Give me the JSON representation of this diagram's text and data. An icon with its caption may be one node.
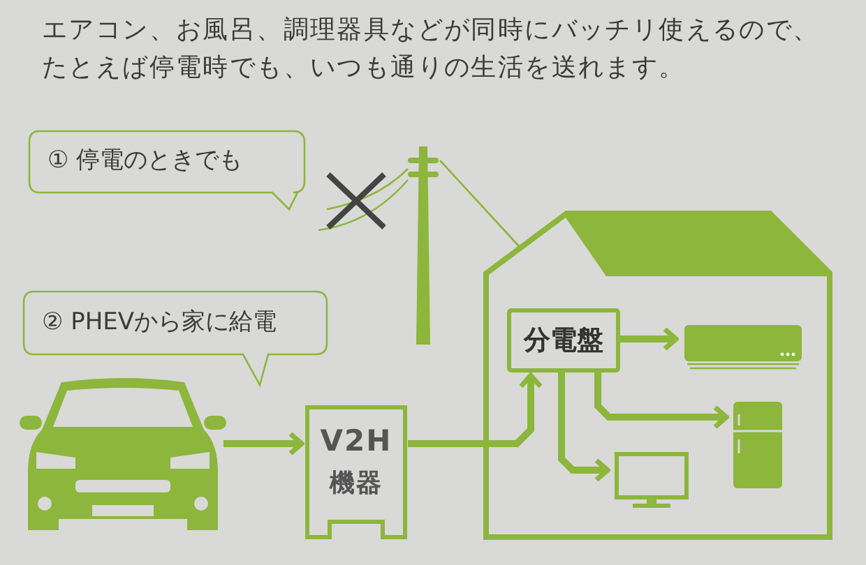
{
  "diagram": {
    "title": "エアコン、お風呂、調理器具などが同時にバッチリ使えるので、たとえば停電時でも、いつも通りの生活を送れます。",
    "nodes": [
      {
        "text": [
          "① 停電のときでも"
        ]
      },
      {
        "text": [
          "② PHEVから家に給電"
        ]
      },
      {
        "text": [],
        "shape": "picture"
      },
      {
        "text": [
          "V2H",
          "機器"
        ]
      },
      {
        "text": [],
        "shape": "house"
      },
      {
        "text": [
          "分電盤"
        ],
        "in": 4
      },
      {
        "text": [],
        "shape": "picture",
        "in": 4
      },
      {
        "text": [],
        "shape": "picture",
        "in": 4
      },
      {
        "text": [],
        "shape": "picture",
        "in": 4
      },
      {
        "text": [],
        "shape": "picture"
      }
    ],
    "edges": [
      {
        "from": 2,
        "to": 3,
        "arrow": "to"
      },
      {
        "from": 3,
        "to": 5,
        "arrow": "to"
      },
      {
        "from": 5,
        "to": 6,
        "arrow": "to"
      },
      {
        "from": 5,
        "to": 7,
        "arrow": "to"
      },
      {
        "from": 5,
        "to": 8,
        "arrow": "to"
      },
      {
        "from": 9,
        "to": 4,
        "arrow": "none"
      }
    ]
  }
}
